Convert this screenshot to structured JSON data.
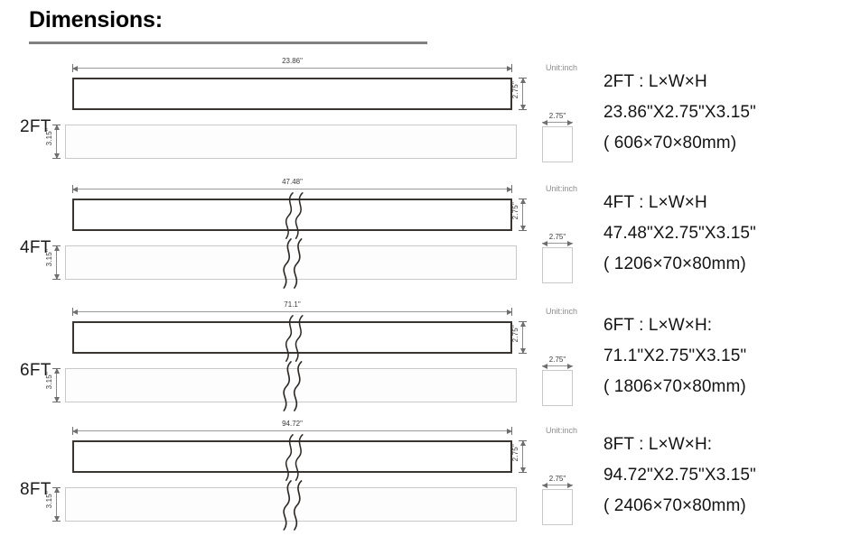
{
  "header": {
    "title": "Dimensions:"
  },
  "common": {
    "unit_label": "Unit:inch",
    "height_dim": "3.15\"",
    "width_dim": "2.75\"",
    "end_width_dim": "2.75\""
  },
  "colors": {
    "front_bar_outline": "#3a3531",
    "top_bar_outline": "#c9c9c9",
    "rule": "#808080",
    "dim_line": "#9a9a9a",
    "unit_text": "#8c8c8c",
    "body_text": "#141414"
  },
  "sections": [
    {
      "size_label": "2FT",
      "length_dim": "23.86\"",
      "has_break": false,
      "unit_label": "Unit:inch",
      "height_dim": "3.15\"",
      "width_dim": "2.75\"",
      "end_width_dim": "2.75\"",
      "spec": [
        "2FT : L×W×H",
        "23.86\"X2.75\"X3.15\"",
        "( 606×70×80mm)"
      ]
    },
    {
      "size_label": "4FT",
      "length_dim": "47.48\"",
      "has_break": true,
      "unit_label": "Unit:inch",
      "height_dim": "3.15\"",
      "width_dim": "2.75\"",
      "end_width_dim": "2.75\"",
      "spec": [
        "4FT : L×W×H",
        "47.48\"X2.75\"X3.15\"",
        "( 1206×70×80mm)"
      ]
    },
    {
      "size_label": "6FT",
      "length_dim": "71.1\"",
      "has_break": true,
      "unit_label": "Unit:inch",
      "height_dim": "3.15\"",
      "width_dim": "2.75\"",
      "end_width_dim": "2.75\"",
      "spec": [
        "6FT : L×W×H:",
        "71.1\"X2.75\"X3.15\"",
        "( 1806×70×80mm)"
      ]
    },
    {
      "size_label": "8FT",
      "length_dim": "94.72\"",
      "has_break": true,
      "unit_label": "Unit:inch",
      "height_dim": "3.15\"",
      "width_dim": "2.75\"",
      "end_width_dim": "2.75\"",
      "spec": [
        "8FT : L×W×H:",
        "94.72\"X2.75\"X3.15\"",
        "( 2406×70×80mm)"
      ]
    }
  ]
}
